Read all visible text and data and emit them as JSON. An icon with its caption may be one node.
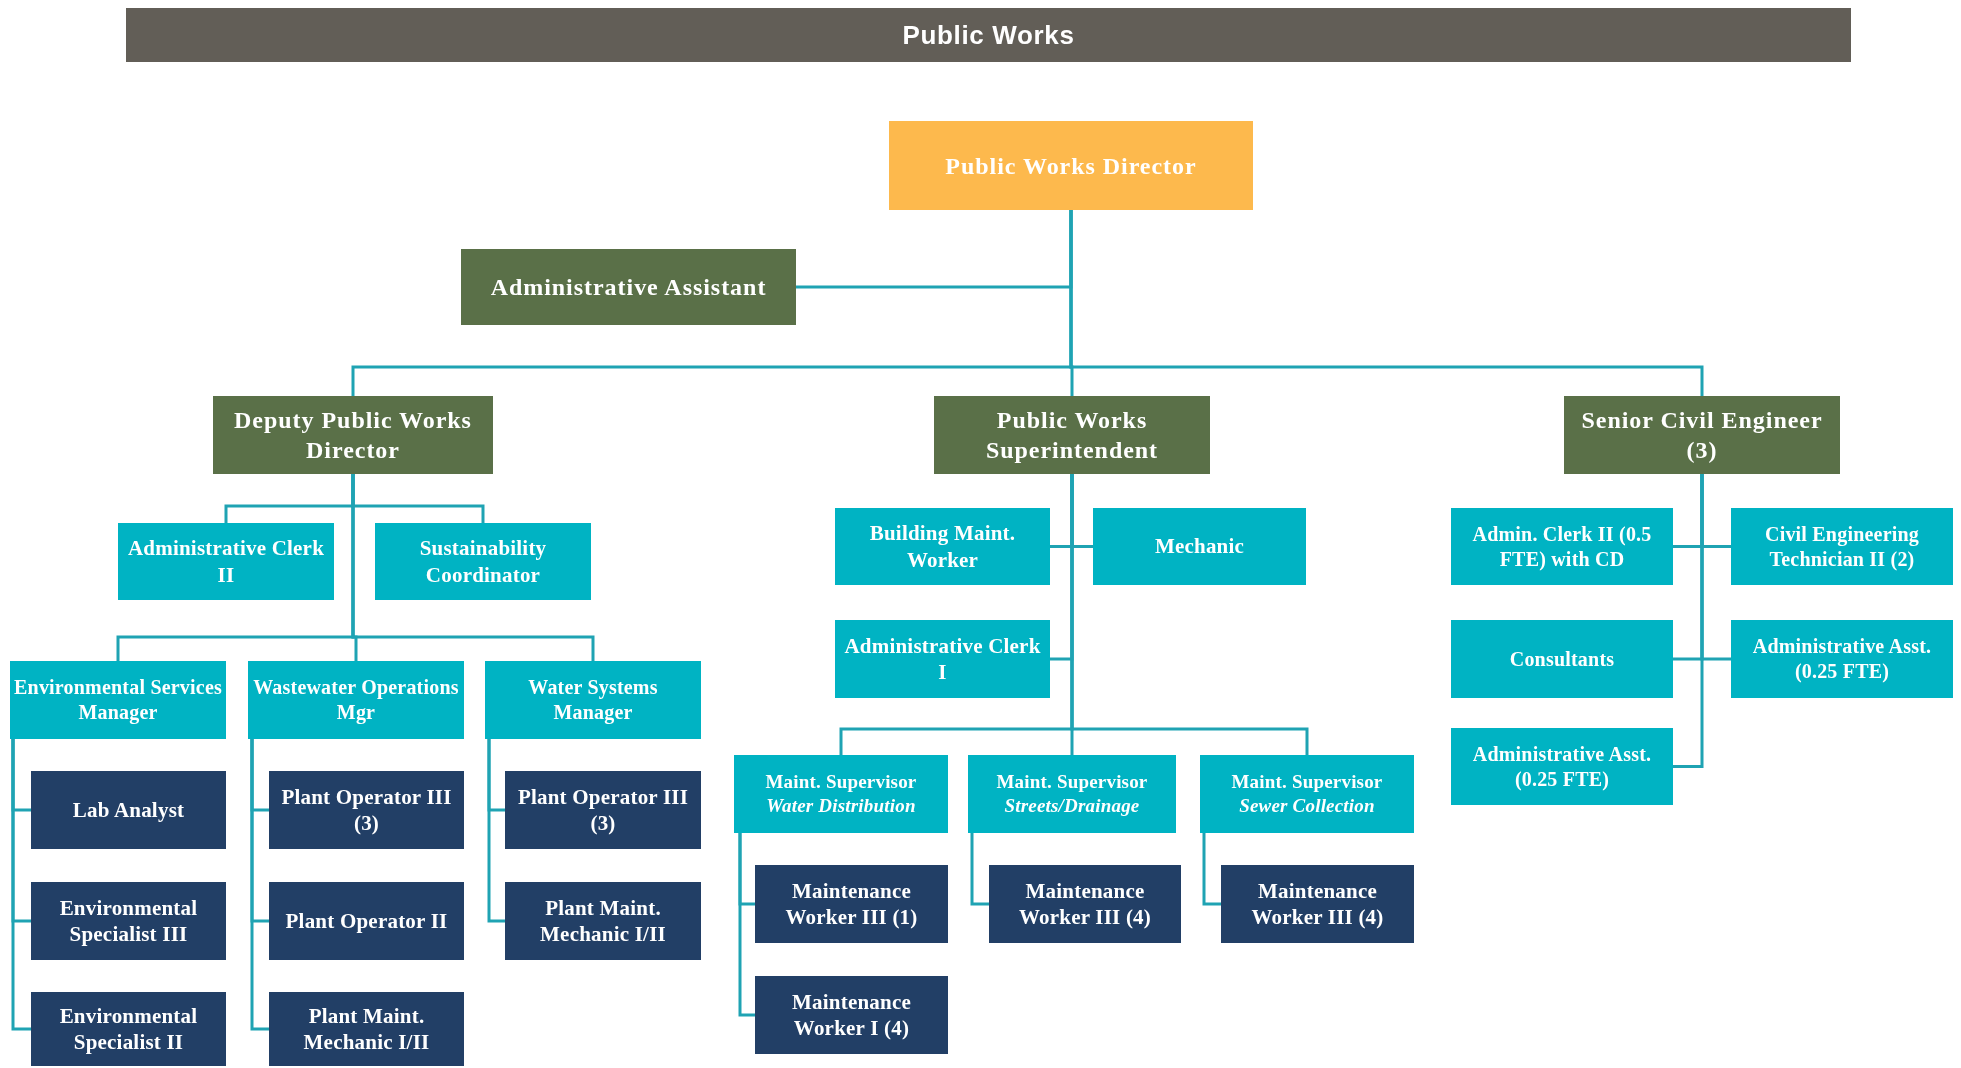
{
  "diagram": {
    "title": "Public Works",
    "nodes": [
      {
        "text": [
          "Public Works Director"
        ]
      },
      {
        "text": [
          "Administrative Assistant"
        ]
      },
      {
        "text": [
          "Deputy Public Works Director"
        ]
      },
      {
        "text": [
          "Public Works Superintendent"
        ]
      },
      {
        "text": [
          "Senior Civil Engineer (3)"
        ]
      },
      {
        "text": [
          "Administrative Clerk II"
        ]
      },
      {
        "text": [
          "Sustainability Coordinator"
        ]
      },
      {
        "text": [
          "Environmental Services Manager"
        ]
      },
      {
        "text": [
          "Wastewater Operations Mgr"
        ]
      },
      {
        "text": [
          "Water Systems Manager"
        ]
      },
      {
        "text": [
          "Lab Analyst"
        ]
      },
      {
        "text": [
          "Environmental Specialist III"
        ]
      },
      {
        "text": [
          "Environmental Specialist II"
        ]
      },
      {
        "text": [
          "Plant Operator III (3)"
        ]
      },
      {
        "text": [
          "Plant Operator II"
        ]
      },
      {
        "text": [
          "Plant Maint. Mechanic I/II"
        ]
      },
      {
        "text": [
          "Plant Operator III (3)"
        ]
      },
      {
        "text": [
          "Plant Maint. Mechanic I/II"
        ]
      },
      {
        "text": [
          "Building Maint. Worker"
        ]
      },
      {
        "text": [
          "Mechanic"
        ]
      },
      {
        "text": [
          "Administrative Clerk I"
        ]
      },
      {
        "text": [
          "Maint. Supervisor",
          "Water Distribution"
        ]
      },
      {
        "text": [
          "Maint. Supervisor",
          "Streets/Drainage"
        ]
      },
      {
        "text": [
          "Maint. Supervisor",
          "Sewer Collection"
        ]
      },
      {
        "text": [
          "Maintenance Worker III (1)"
        ]
      },
      {
        "text": [
          "Maintenance Worker I (4)"
        ]
      },
      {
        "text": [
          "Maintenance Worker III (4)"
        ]
      },
      {
        "text": [
          "Maintenance Worker III (4)"
        ]
      },
      {
        "text": [
          "Admin. Clerk II (0.5 FTE) with CD"
        ]
      },
      {
        "text": [
          "Civil Engineering Technician II (2)"
        ]
      },
      {
        "text": [
          "Consultants"
        ]
      },
      {
        "text": [
          "Administrative Asst. (0.25 FTE)"
        ]
      },
      {
        "text": [
          "Administrative Asst. (0.25 FTE)"
        ]
      }
    ],
    "edges": [
      {
        "from": 0,
        "to": 1,
        "arrow": "none"
      },
      {
        "from": 0,
        "to": 2,
        "arrow": "none"
      },
      {
        "from": 0,
        "to": 3,
        "arrow": "none"
      },
      {
        "from": 0,
        "to": 4,
        "arrow": "none"
      },
      {
        "from": 2,
        "to": 5,
        "arrow": "none"
      },
      {
        "from": 2,
        "to": 6,
        "arrow": "none"
      },
      {
        "from": 2,
        "to": 7,
        "arrow": "none"
      },
      {
        "from": 2,
        "to": 8,
        "arrow": "none"
      },
      {
        "from": 2,
        "to": 9,
        "arrow": "none"
      },
      {
        "from": 7,
        "to": 10,
        "arrow": "none"
      },
      {
        "from": 7,
        "to": 11,
        "arrow": "none"
      },
      {
        "from": 7,
        "to": 12,
        "arrow": "none"
      },
      {
        "from": 8,
        "to": 13,
        "arrow": "none"
      },
      {
        "from": 8,
        "to": 14,
        "arrow": "none"
      },
      {
        "from": 8,
        "to": 15,
        "arrow": "none"
      },
      {
        "from": 9,
        "to": 16,
        "arrow": "none"
      },
      {
        "from": 9,
        "to": 17,
        "arrow": "none"
      },
      {
        "from": 3,
        "to": 18,
        "arrow": "none"
      },
      {
        "from": 3,
        "to": 19,
        "arrow": "none"
      },
      {
        "from": 3,
        "to": 20,
        "arrow": "none"
      },
      {
        "from": 3,
        "to": 21,
        "arrow": "none"
      },
      {
        "from": 3,
        "to": 22,
        "arrow": "none"
      },
      {
        "from": 3,
        "to": 23,
        "arrow": "none"
      },
      {
        "from": 21,
        "to": 24,
        "arrow": "none"
      },
      {
        "from": 21,
        "to": 25,
        "arrow": "none"
      },
      {
        "from": 22,
        "to": 26,
        "arrow": "none"
      },
      {
        "from": 23,
        "to": 27,
        "arrow": "none"
      },
      {
        "from": 4,
        "to": 28,
        "arrow": "none"
      },
      {
        "from": 4,
        "to": 29,
        "arrow": "none"
      },
      {
        "from": 4,
        "to": 30,
        "arrow": "none"
      },
      {
        "from": 4,
        "to": 31,
        "arrow": "none"
      },
      {
        "from": 4,
        "to": 32,
        "arrow": "none"
      }
    ]
  }
}
